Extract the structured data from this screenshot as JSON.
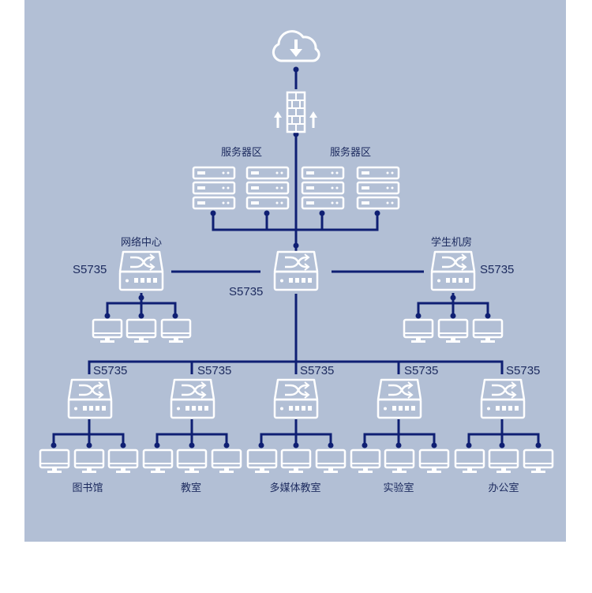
{
  "labels": {
    "server_zone_left": "服务器区",
    "server_zone_right": "服务器区",
    "left_dept": "网络中心",
    "right_dept": "学生机房",
    "core_model": "S5735",
    "left_model": "S5735",
    "right_model": "S5735",
    "access": [
      {
        "model": "S5735",
        "dept": "图书馆"
      },
      {
        "model": "S5735",
        "dept": "教室"
      },
      {
        "model": "S5735",
        "dept": "多媒体教室"
      },
      {
        "model": "S5735",
        "dept": "实验室"
      },
      {
        "model": "S5735",
        "dept": "办公室"
      }
    ]
  },
  "colors": {
    "background": "#b2bfd5",
    "line": "#0f1f73",
    "icon": "#ffffff"
  },
  "icons": [
    "cloud-download-icon",
    "firewall-icon",
    "server-icon",
    "switch-icon",
    "monitor-icon"
  ]
}
